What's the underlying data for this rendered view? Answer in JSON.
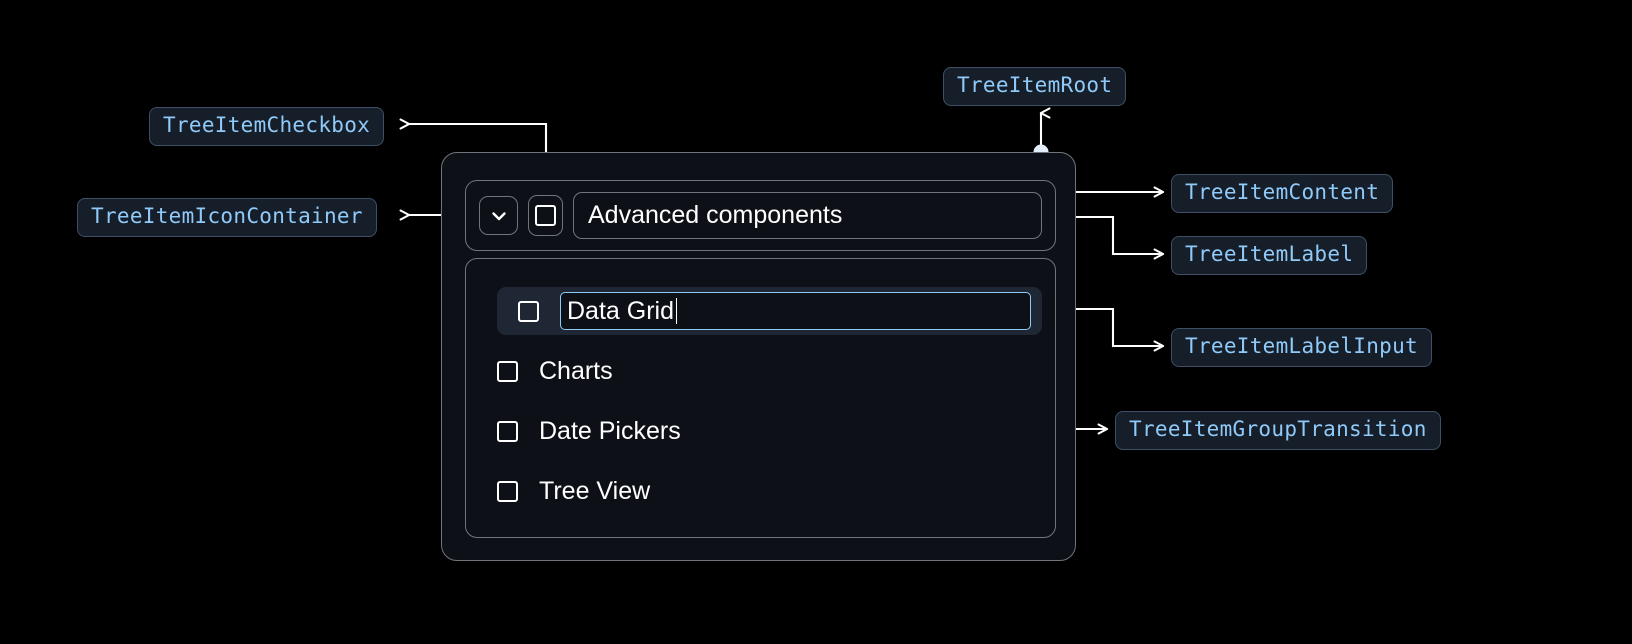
{
  "page": {
    "background": "#000000",
    "accent": "#90caf9",
    "chip_bg": "#161e29",
    "chip_border": "#3f4f66",
    "connector_color": "#ffffff",
    "panel_border": "#70757c",
    "panel_bg": "#0d1117",
    "selected_bg": "#1e2733"
  },
  "annotations": [
    {
      "id": "tree-item-checkbox",
      "label": "TreeItemCheckbox"
    },
    {
      "id": "tree-item-icon-container",
      "label": "TreeItemIconContainer"
    },
    {
      "id": "tree-item-root",
      "label": "TreeItemRoot"
    },
    {
      "id": "tree-item-content",
      "label": "TreeItemContent"
    },
    {
      "id": "tree-item-label",
      "label": "TreeItemLabel"
    },
    {
      "id": "tree-item-label-input",
      "label": "TreeItemLabelInput"
    },
    {
      "id": "tree-item-group-transition",
      "label": "TreeItemGroupTransition"
    }
  ],
  "tree": {
    "root_item": {
      "icon": "chevron-down-icon",
      "checkbox_checked": false,
      "label": "Advanced components"
    },
    "children": [
      {
        "label": "Data Grid",
        "checkbox_checked": false,
        "editing": true,
        "selected": true
      },
      {
        "label": "Charts",
        "checkbox_checked": false,
        "editing": false,
        "selected": false
      },
      {
        "label": "Date Pickers",
        "checkbox_checked": false,
        "editing": false,
        "selected": false
      },
      {
        "label": "Tree View",
        "checkbox_checked": false,
        "editing": false,
        "selected": false
      }
    ]
  }
}
